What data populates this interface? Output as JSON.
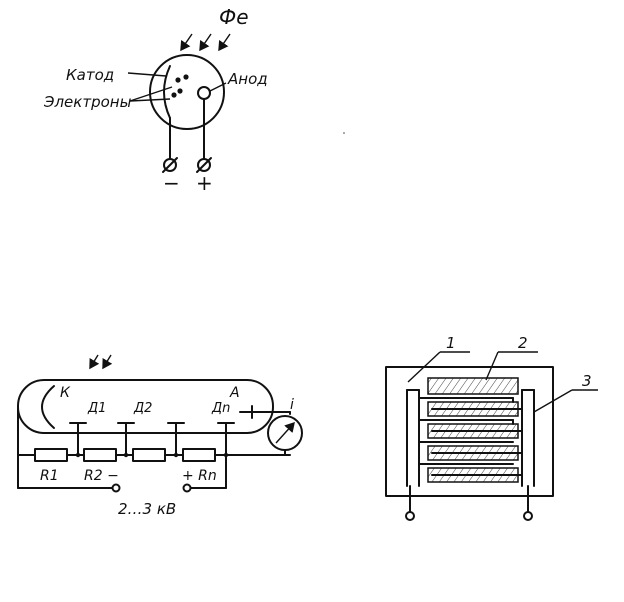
{
  "photocell": {
    "flux_label": "Фе",
    "cathode_label": "Катод",
    "electrons_label": "Электроны",
    "anode_label": "Анод",
    "minus_label": "−",
    "plus_label": "+"
  },
  "multiplier": {
    "cathode_label": "К",
    "anode_label": "А",
    "dynode1_label": "Д1",
    "dynode2_label": "Д2",
    "dynode_n_label": "Дn",
    "current_label": "i",
    "r1_label": "R1",
    "r2_label": "R2 −",
    "rn_label": "+ Rn",
    "voltage_label": "2…3 кВ"
  },
  "component": {
    "label_1": "1",
    "label_2": "2",
    "label_3": "3"
  }
}
